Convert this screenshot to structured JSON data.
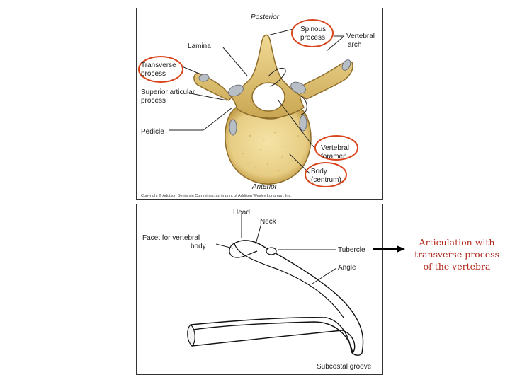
{
  "vertebra": {
    "posterior": "Posterior",
    "anterior": "Anterior",
    "spinous_process": [
      "Spinous",
      "process"
    ],
    "vertebral_arch": [
      "Vertebral",
      "arch"
    ],
    "lamina": "Lamina",
    "transverse_process": [
      "Transverse",
      "process"
    ],
    "superior_articular_process": [
      "Superior articular",
      "process"
    ],
    "pedicle": "Pedicle",
    "vertebral_foramen": [
      "Vertebral",
      "foramen"
    ],
    "body": [
      "Body",
      "(centrum)"
    ],
    "copyright": "Copyright © Addison Benjamin Cummings, an imprint of Addison Wesley Longman, Inc."
  },
  "rib": {
    "head": "Head",
    "neck": "Neck",
    "facet": [
      "Facet for vertebral",
      "body"
    ],
    "tubercle": "Tubercle",
    "angle": "Angle",
    "subcostal_groove": "Subcostal groove"
  },
  "caption": {
    "line1": "Articulation with",
    "line2": "transverse process",
    "line3": "of the vertebra"
  },
  "colors": {
    "highlight_circle": "#d9441a",
    "caption_text": "#b22a1e",
    "bone_fill": "#e9cf86",
    "bone_shadow": "#b8923e"
  }
}
